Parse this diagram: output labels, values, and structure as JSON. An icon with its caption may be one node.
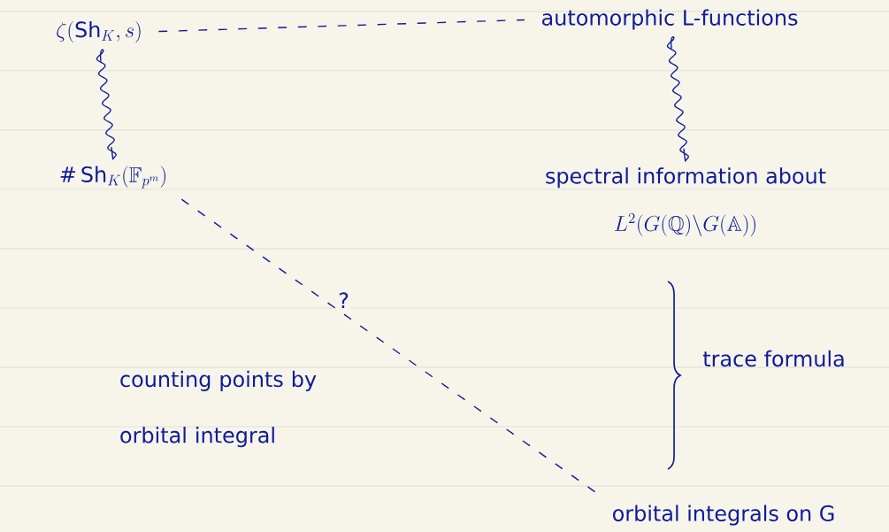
{
  "diagram": {
    "nodes": [
      {
        "text": [
          "\\zeta(\\mathrm{Sh}_K, s)"
        ]
      },
      {
        "text": [
          "automorphic L-functions"
        ]
      },
      {
        "text": [
          "\\#\\,\\mathrm{Sh}_K(\\mathbb{F}_{p^m})"
        ]
      },
      {
        "text": [
          "spectral information about",
          "L^2(G(\\mathbb{Q})\\backslash G(\\mathbb{A}))"
        ]
      },
      {
        "text": [
          "orbital integrals on G"
        ]
      }
    ],
    "edges": [
      {
        "from": 0,
        "to": 1,
        "arrow": "none",
        "style": "dashed"
      },
      {
        "from": 0,
        "to": 2,
        "arrow": "none"
      },
      {
        "from": 1,
        "to": 3,
        "arrow": "none"
      },
      {
        "from": 2,
        "to": 4,
        "arrow": "none",
        "style": "dashed",
        "label": "?"
      }
    ],
    "labels": [
      "trace formula",
      "counting points by orbital integral"
    ]
  }
}
